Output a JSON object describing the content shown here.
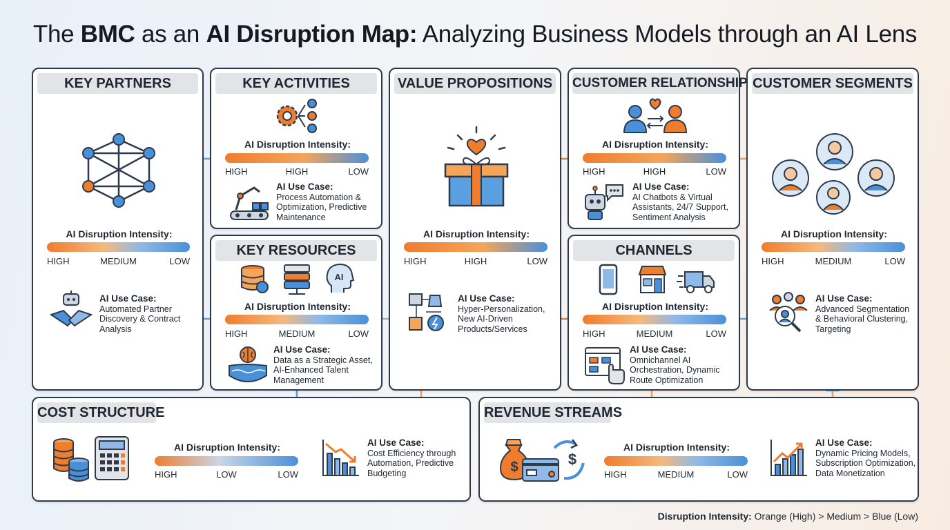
{
  "title": {
    "pre": "The ",
    "bold1": "BMC",
    "mid": " as an ",
    "bold2": "AI Disruption Map:",
    "post": " Analyzing Business Models through an AI Lens"
  },
  "intensity_label": "AI Disruption Intensity:",
  "use_case_label": "AI Use Case:",
  "blocks": {
    "key_partners": {
      "title": "KEY PARTNERS",
      "ticks": [
        "HIGH",
        "MEDIUM",
        "LOW"
      ],
      "use_case": "Automated Partner\nDiscovery & Contract\nAnalysis"
    },
    "key_activities": {
      "title": "KEY ACTIVITIES",
      "ticks": [
        "HIGH",
        "HIGH",
        "LOW"
      ],
      "use_case": "Process Automation &\nOptimization, Predictive\nMaintenance"
    },
    "key_resources": {
      "title": "KEY RESOURCES",
      "ticks": [
        "HIGH",
        "MEDIUM",
        "LOW"
      ],
      "use_case": "Data as a Strategic Asset,\nAI-Enhanced Talent\nManagement",
      "ai_icon_text": "AI"
    },
    "value_propositions": {
      "title": "VALUE PROPOSITIONS",
      "ticks": [
        "HIGH",
        "HIGH",
        "LOW"
      ],
      "use_case": "Hyper-Personalization,\nNew AI-Driven\nProducts/Services"
    },
    "customer_relationships": {
      "title": "CUSTOMER RELATIONSHIPS",
      "ticks": [
        "HIGH",
        "HIGH",
        "LOW"
      ],
      "use_case": "AI Chatbots & Virtual\nAssistants, 24/7 Support,\nSentiment Analysis"
    },
    "channels": {
      "title": "CHANNELS",
      "ticks": [
        "HIGH",
        "MEDIUM",
        "LOW"
      ],
      "use_case": "Omnichannel AI\nOrchestration, Dynamic\nRoute Optimization"
    },
    "customer_segments": {
      "title": "CUSTOMER SEGMENTS",
      "ticks": [
        "HIGH",
        "MEDIUM",
        "LOW"
      ],
      "use_case": "Advanced Segmentation\n& Behavioral Clustering,\nTargeting"
    },
    "cost_structure": {
      "title": "COST STRUCTURE",
      "ticks": [
        "HIGH",
        "LOW",
        "LOW"
      ],
      "use_case": "Cost Efficiency through\nAutomation, Predictive\nBudgeting"
    },
    "revenue_streams": {
      "title": "REVENUE STREAMS",
      "ticks": [
        "HIGH",
        "MEDIUM",
        "LOW"
      ],
      "use_case": "Dynamic Pricing Models,\nSubscription Optimization,\nData Monetization"
    }
  },
  "legend": {
    "bold": "Disruption Intensity:",
    "text": " Orange (High) > Medium > Blue (Low)"
  },
  "colors": {
    "high": "#ef7d2e",
    "low": "#4a90d9",
    "outline": "#2c3a4c",
    "header_bg": "#e2e4e7"
  }
}
